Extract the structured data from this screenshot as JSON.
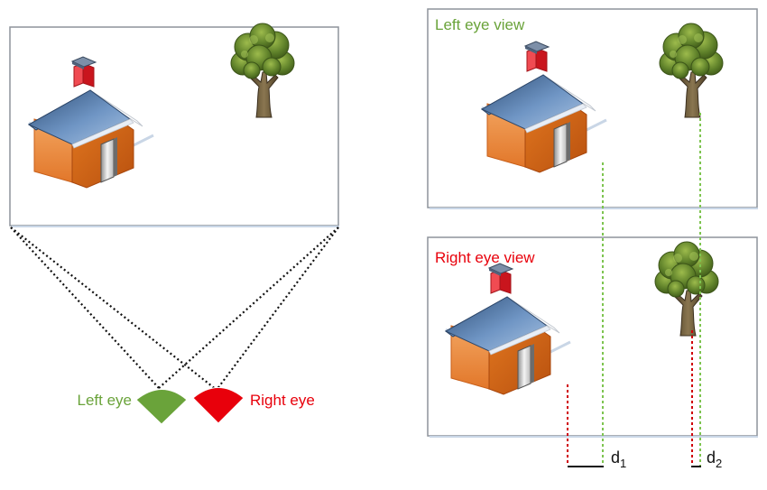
{
  "labels": {
    "left_eye_view": "Left eye view",
    "right_eye_view": "Right eye view",
    "left_eye": "Left eye",
    "right_eye": "Right eye",
    "d1_base": "d",
    "d1_sub": "1",
    "d2_base": "d",
    "d2_sub": "2"
  },
  "colors": {
    "left_accent": "#6aa33a",
    "right_accent": "#e8000b",
    "left_dotted_line": "#7dc44f",
    "right_dotted_line": "#d0000a",
    "sight_lines": "#111111",
    "roof": "#5f86b5",
    "wall_front": "#ec8a3a",
    "wall_side": "#d96a1e",
    "chimney": "#e8242c",
    "door": "#d9d9d9",
    "tree_foliage": "#5d7f22",
    "tree_trunk": "#6b5a3a"
  },
  "icons": [
    "house-icon",
    "tree-icon",
    "left-eye-icon",
    "right-eye-icon"
  ]
}
